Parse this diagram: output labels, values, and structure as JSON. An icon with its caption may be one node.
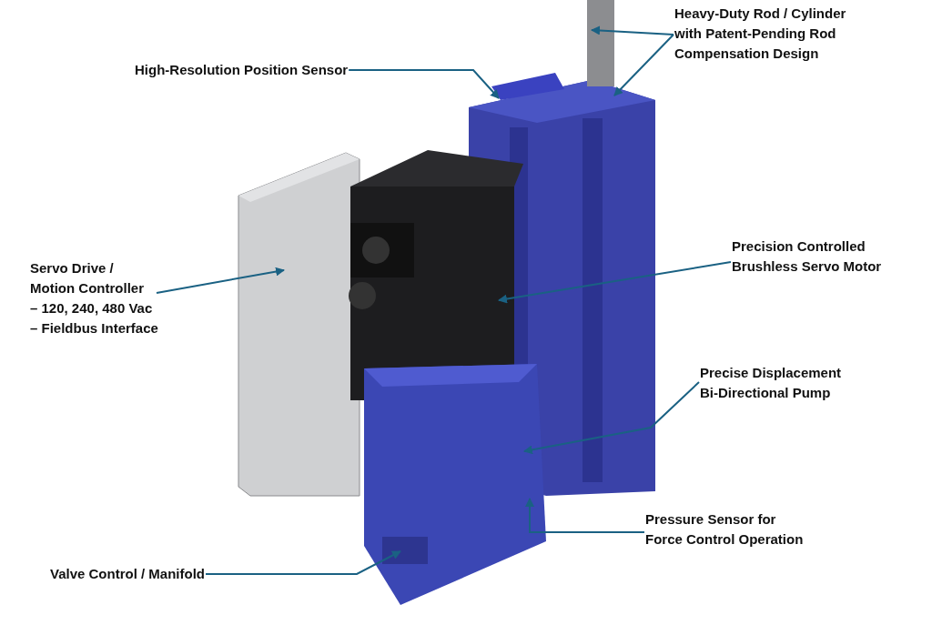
{
  "diagram": {
    "nodes": [
      {
        "text": [
          "High-Resolution Position Sensor"
        ]
      },
      {
        "text": [
          "Heavy-Duty Rod / Cylinder with Patent-Pending Rod Compensation Design"
        ]
      },
      {
        "text": [
          "Servo Drive / Motion Controller",
          "– 120, 240, 480 Vac",
          "– Fieldbus Interface"
        ]
      },
      {
        "text": [
          "Precision Controlled Brushless Servo Motor"
        ]
      },
      {
        "text": [
          "Precise Displacement Bi-Directional Pump"
        ]
      },
      {
        "text": [
          "Pressure Sensor for Force Control Operation"
        ]
      },
      {
        "text": [
          "Valve Control / Manifold"
        ]
      }
    ],
    "edges": [
      {
        "from": 0,
        "to": null,
        "arrow": "to"
      },
      {
        "from": 1,
        "to": null,
        "arrow": "to"
      },
      {
        "from": 1,
        "to": null,
        "arrow": "to"
      },
      {
        "from": 2,
        "to": null,
        "arrow": "to"
      },
      {
        "from": 3,
        "to": null,
        "arrow": "to"
      },
      {
        "from": 4,
        "to": null,
        "arrow": "to"
      },
      {
        "from": 5,
        "to": null,
        "arrow": "to"
      },
      {
        "from": 6,
        "to": null,
        "arrow": "to"
      }
    ]
  }
}
